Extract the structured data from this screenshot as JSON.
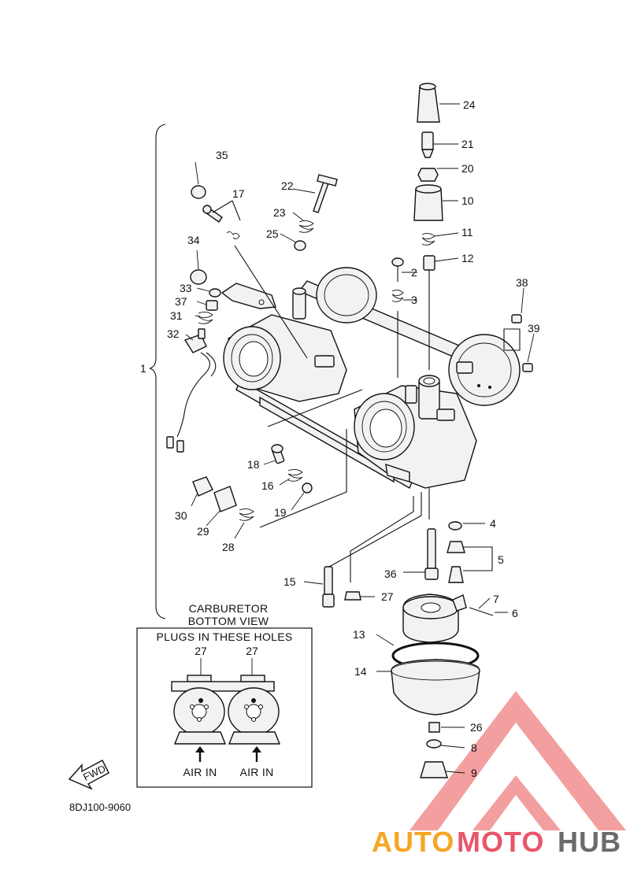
{
  "callouts": [
    {
      "id": "1",
      "text": "1"
    },
    {
      "id": "2",
      "text": "2"
    },
    {
      "id": "3",
      "text": "3"
    },
    {
      "id": "4",
      "text": "4"
    },
    {
      "id": "5",
      "text": "5"
    },
    {
      "id": "6",
      "text": "6"
    },
    {
      "id": "7",
      "text": "7"
    },
    {
      "id": "8",
      "text": "8"
    },
    {
      "id": "9",
      "text": "9"
    },
    {
      "id": "10",
      "text": "10"
    },
    {
      "id": "11",
      "text": "11"
    },
    {
      "id": "12",
      "text": "12"
    },
    {
      "id": "13",
      "text": "13"
    },
    {
      "id": "14",
      "text": "14"
    },
    {
      "id": "15",
      "text": "15"
    },
    {
      "id": "16",
      "text": "16"
    },
    {
      "id": "17",
      "text": "17"
    },
    {
      "id": "18",
      "text": "18"
    },
    {
      "id": "19",
      "text": "19"
    },
    {
      "id": "20",
      "text": "20"
    },
    {
      "id": "21",
      "text": "21"
    },
    {
      "id": "22",
      "text": "22"
    },
    {
      "id": "23",
      "text": "23"
    },
    {
      "id": "24",
      "text": "24"
    },
    {
      "id": "25",
      "text": "25"
    },
    {
      "id": "26",
      "text": "26"
    },
    {
      "id": "27",
      "text": "27"
    },
    {
      "id": "28",
      "text": "28"
    },
    {
      "id": "29",
      "text": "29"
    },
    {
      "id": "30",
      "text": "30"
    },
    {
      "id": "31",
      "text": "31"
    },
    {
      "id": "32",
      "text": "32"
    },
    {
      "id": "33",
      "text": "33"
    },
    {
      "id": "34",
      "text": "34"
    },
    {
      "id": "35",
      "text": "35"
    },
    {
      "id": "36",
      "text": "36"
    },
    {
      "id": "37",
      "text": "37"
    },
    {
      "id": "38",
      "text": "38"
    },
    {
      "id": "39",
      "text": "39"
    }
  ],
  "bottom_view": {
    "title_line1": "CARBURETOR",
    "title_line2": "BOTTOM VIEW",
    "box_title": "PLUGS IN THESE HOLES",
    "plug_label_left": "27",
    "plug_label_right": "27",
    "air_in_left": "AIR IN",
    "air_in_right": "AIR IN"
  },
  "fwd_arrow": "FWD",
  "diagram_code": "8DJ100-9060",
  "watermark": {
    "part1": "AUTO",
    "part2": "MOTO",
    "part3": "HUB",
    "color_light": "#f5a623",
    "color_mid": "#e8566a",
    "color_dark": "#6b6b6b",
    "logo_color": "#ef7b7b"
  }
}
